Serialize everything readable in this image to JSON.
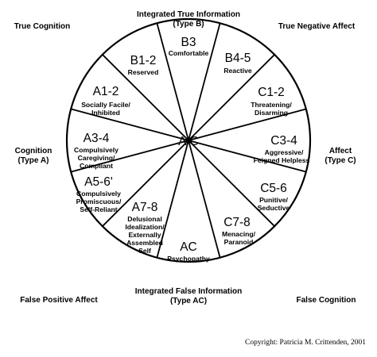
{
  "outer_labels": {
    "top": [
      "Integrated True Information",
      "(Type B)"
    ],
    "bottom": [
      "Integrated False Information",
      "(Type AC)"
    ],
    "left": [
      "Cognition",
      "(Type A)"
    ],
    "right": [
      "Affect",
      "(Type C)"
    ],
    "top_left": "True Cognition",
    "top_right": "True Negative Affect",
    "bottom_left": "False Positive Affect",
    "bottom_right": "False Cognition"
  },
  "center_label": "A/C",
  "segments": [
    {
      "code": "B3",
      "desc": [
        "Comfortable"
      ]
    },
    {
      "code": "B4-5",
      "desc": [
        "Reactive"
      ]
    },
    {
      "code": "C1-2",
      "desc": [
        "Threatening/",
        "Disarming"
      ]
    },
    {
      "code": "C3-4",
      "desc": [
        "Aggressive/",
        "Feigned Helpless"
      ]
    },
    {
      "code": "C5-6",
      "desc": [
        "Punitive/",
        "Seductive"
      ]
    },
    {
      "code": "C7-8",
      "desc": [
        "Menacing/",
        "Paranoid"
      ]
    },
    {
      "code": "AC",
      "desc": [
        "Psychopathy"
      ]
    },
    {
      "code": "A7-8",
      "desc": [
        "Delusional",
        "Idealization/",
        "Externally",
        "Assembled",
        "Self"
      ]
    },
    {
      "code": "A5-6ʹ",
      "desc": [
        "Compulsively",
        "Promiscuous/",
        "Self-Reliant"
      ]
    },
    {
      "code": "A3-4",
      "desc": [
        "Compulsively",
        "Caregiving/",
        "Compliant"
      ]
    },
    {
      "code": "A1-2",
      "desc": [
        "Socially Facile/",
        "Inhibited"
      ]
    },
    {
      "code": "B1-2",
      "desc": [
        "Reserved"
      ]
    }
  ],
  "copyright": "Copyright: Patricia M. Crittenden, 2001"
}
